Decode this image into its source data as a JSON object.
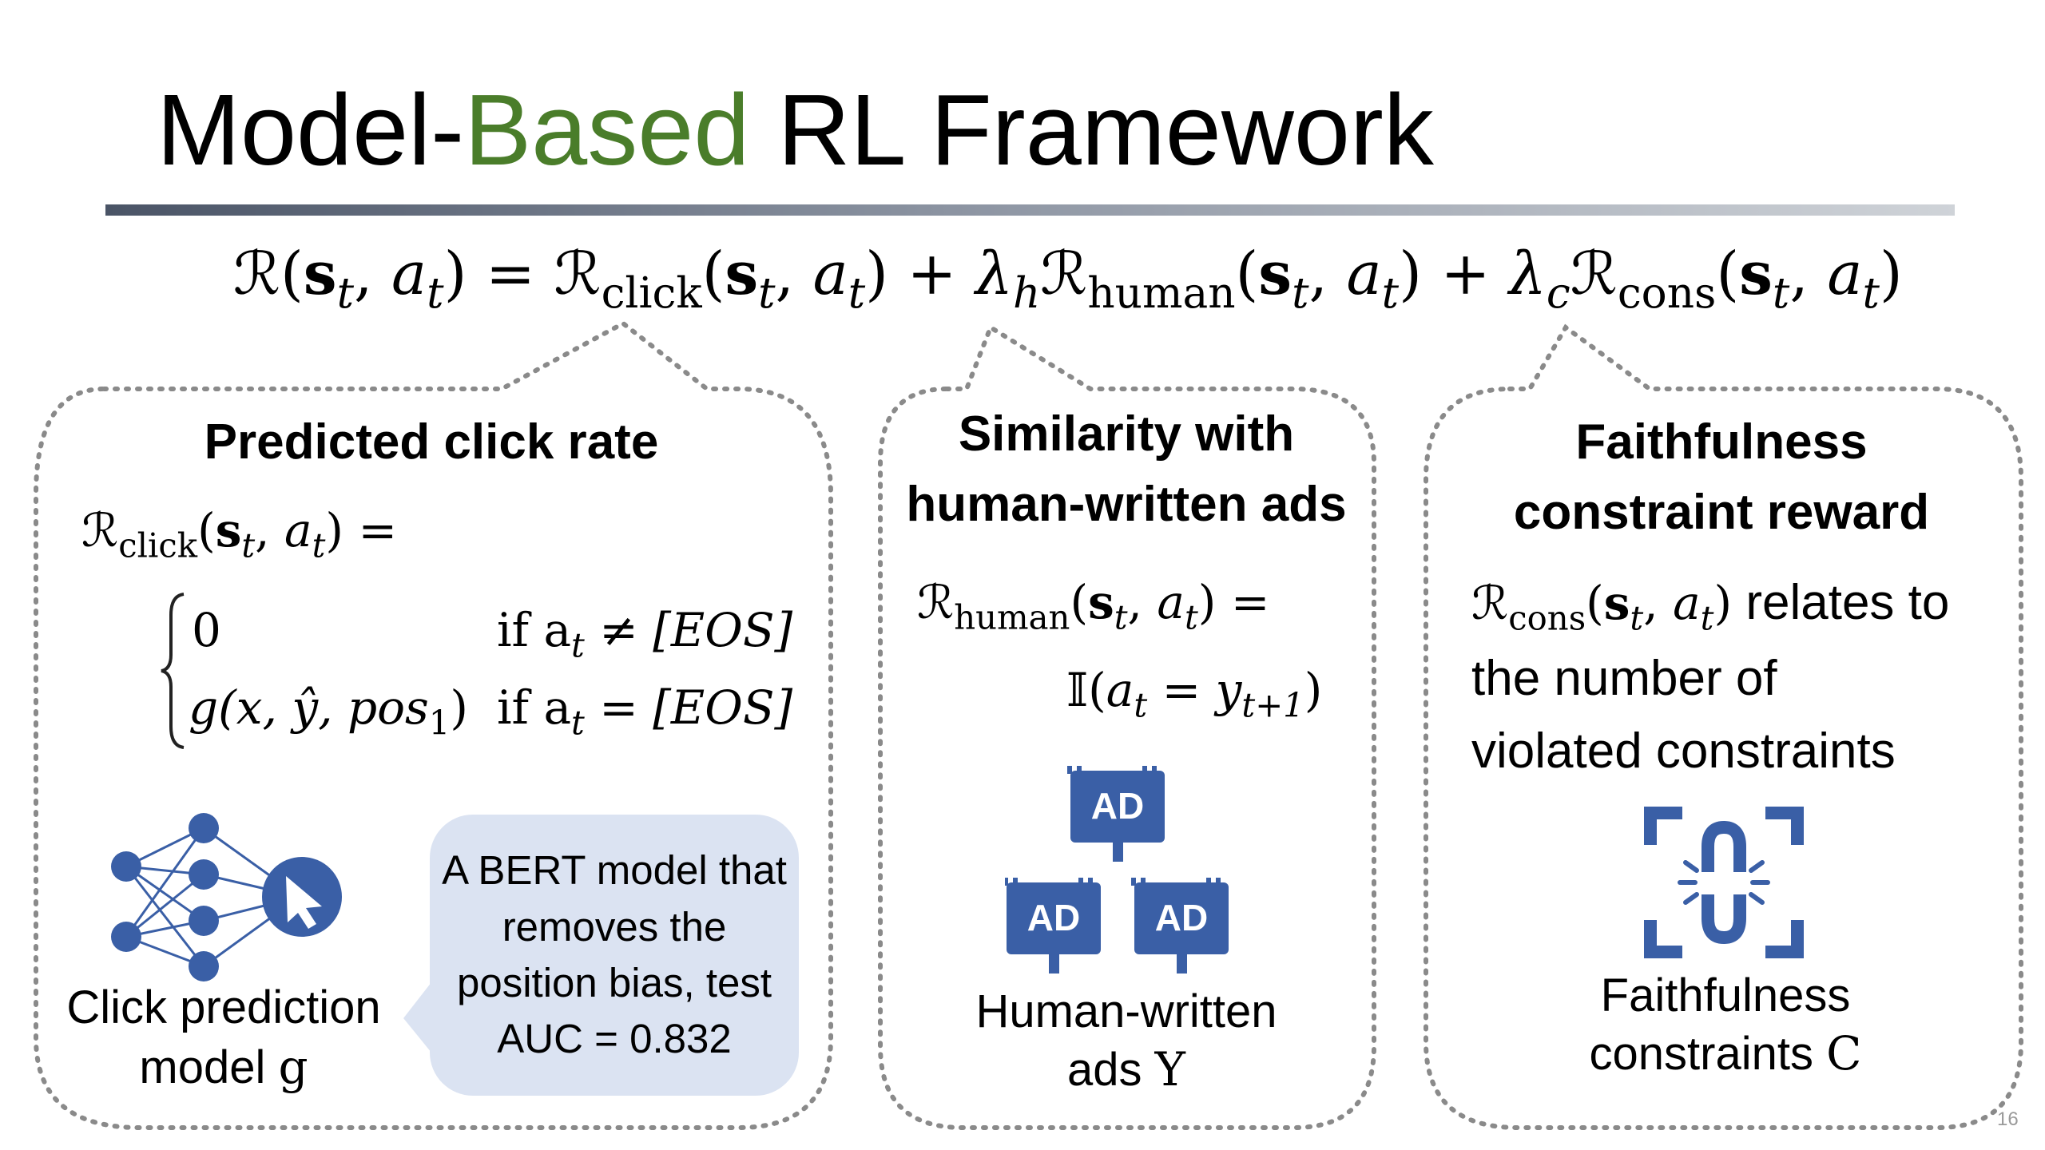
{
  "title": {
    "part1": "Model-",
    "highlight": "Based",
    "part2": " RL Framework"
  },
  "equation": {
    "r": "ℛ",
    "s": "s",
    "t": "t",
    "a": "a",
    "click": "click",
    "human": "human",
    "cons": "cons",
    "lambda": "λ",
    "h": "h",
    "c": "c",
    "eq": "=",
    "plus": "+"
  },
  "panels": {
    "click": {
      "heading": "Predicted click rate",
      "case0_value": "0",
      "case0_cond": "if a",
      "case0_rhs": "≠ [EOS]",
      "case1_value": "g(x, ŷ, pos",
      "case1_cond": "if a",
      "case1_rhs": "= [EOS]",
      "model_label_1": "Click prediction",
      "model_label_2": "model",
      "model_symbol": "g",
      "callout": "A BERT model that removes the position bias, test AUC = 0.832",
      "icon": "neural-network-cursor-icon"
    },
    "human": {
      "heading_1": "Similarity with",
      "heading_2": "human-written ads",
      "indicator": "𝕀",
      "y": "y",
      "tplus1": "t+1",
      "ad_text": "AD",
      "label_1": "Human-written",
      "label_2": "ads",
      "symbol": "Y",
      "icon": "ad-sign-icon"
    },
    "faith": {
      "heading_1": "Faithfulness",
      "heading_2": "constraint reward",
      "text_1": "relates to",
      "text_2": "the number of",
      "text_3": "violated constraints",
      "label_1": "Faithfulness",
      "label_2": "constraints",
      "symbol": "C",
      "icon": "broken-link-icon"
    }
  },
  "slide_number": "16",
  "colors": {
    "accent_green": "#4a7d2a",
    "icon_blue": "#3a5fa6",
    "callout_bg": "#dbe3f2",
    "rule_dark": "#4a5466"
  }
}
